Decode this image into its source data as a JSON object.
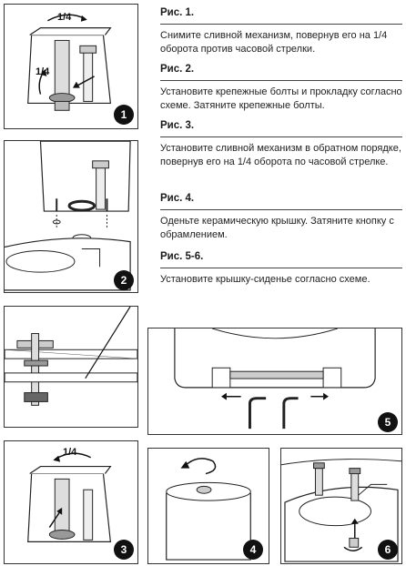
{
  "steps": [
    {
      "title": "Рис. 1.",
      "text": "Снимите сливной механизм, повернув его на 1/4 оборота против часовой стрелки."
    },
    {
      "title": "Рис. 2.",
      "text": "Установите крепежные болты и прокладку согласно схеме. Затяните крепежные болты."
    },
    {
      "title": "Рис. 3.",
      "text": "Установите сливной механизм в обратном порядке, повернув его на 1/4 оборота по часовой стрелке."
    },
    {
      "title": "Рис. 4.",
      "text": "Оденьте керамическую крышку. Затяните кнопку с обрамлением."
    },
    {
      "title": "Рис. 5-6.",
      "text": "Установите крышку-сиденье согласно схеме."
    }
  ],
  "figures": {
    "fig1": {
      "badge": "1",
      "frac_top": "1/4",
      "frac_side": "1/4"
    },
    "fig2": {
      "badge": "2"
    },
    "fig3": {
      "badge": "3",
      "frac_top": "1/4"
    },
    "fig4": {
      "badge": "4"
    },
    "fig5": {
      "badge": "5"
    },
    "fig6": {
      "badge": "6"
    }
  },
  "colors": {
    "ink": "#111111",
    "background": "#ffffff"
  }
}
